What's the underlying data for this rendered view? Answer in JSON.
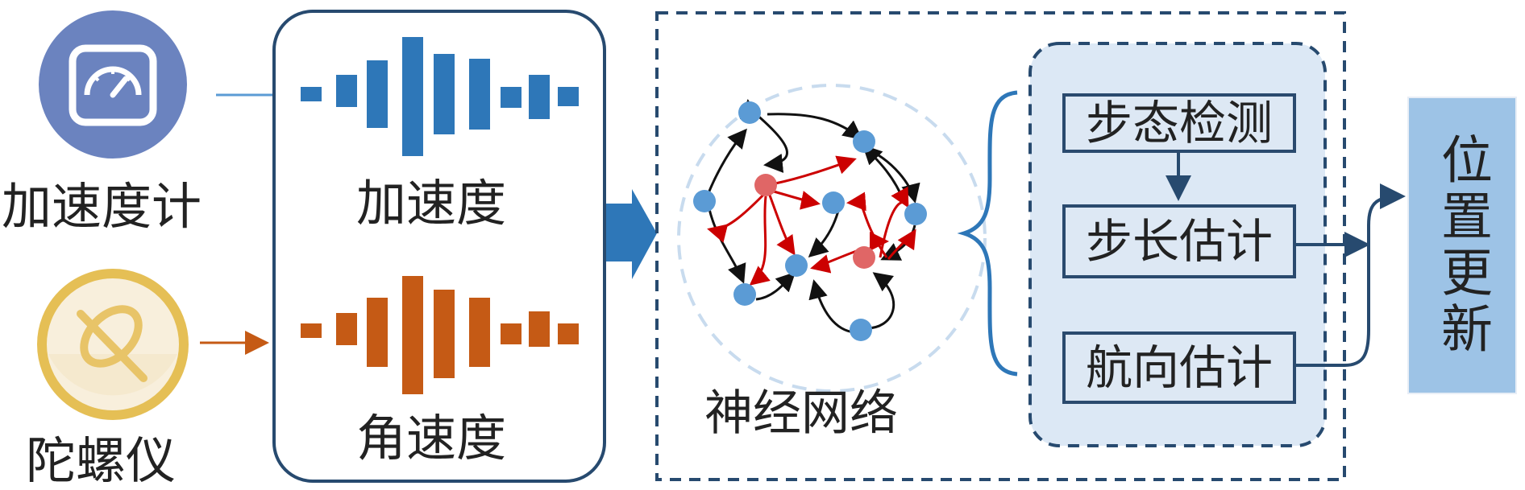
{
  "sensors": {
    "accelerometer_label": "加速度计",
    "gyroscope_label": "陀螺仪"
  },
  "signals": {
    "acceleration_label": "加速度",
    "angular_velocity_label": "角速度"
  },
  "network": {
    "label": "神经网络"
  },
  "tasks": {
    "step_detection": "步态检测",
    "step_length": "步长估计",
    "heading": "航向估计"
  },
  "output": {
    "label": "位置更新"
  },
  "colors": {
    "accel_blue": "#2e77b8",
    "gyro_orange": "#c55a15",
    "dark_blue": "#274a6f",
    "node_blue": "#5b9bd5",
    "node_red": "#e06666",
    "panel_fill": "#dce8f5",
    "output_fill": "#9dc3e6"
  }
}
